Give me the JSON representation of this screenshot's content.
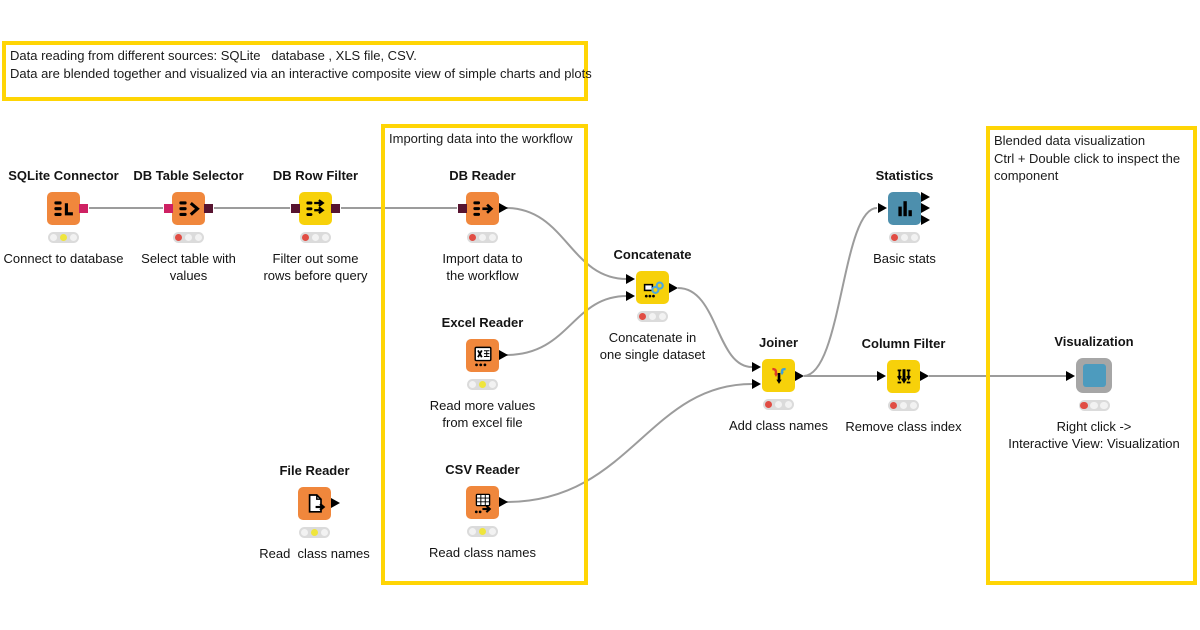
{
  "colors": {
    "annotation_border": "#FFD504",
    "node_orange": "#F0873C",
    "node_yellow": "#F7D10A",
    "node_blue": "#4D8FAD",
    "component_frame": "#A6A6A6",
    "component_fill": "#4D9BBE",
    "port_magenta": "#CE2163",
    "port_maroon": "#571430",
    "wire_gray": "#9C9C9C",
    "traffic_red": "#E14D44",
    "traffic_yellow": "#EFE53C"
  },
  "annotations": {
    "top_note": {
      "line1": "Data reading from different sources: SQLite   database , XLS file, CSV.",
      "line2": "Data are blended together and visualized via an interactive composite view of simple charts and plots"
    },
    "importing_box": {
      "label": "Importing data into the workflow"
    },
    "blended_box": {
      "label": "Blended data visualization\nCtrl + Double click to inspect the\ncomponent"
    }
  },
  "nodes": [
    {
      "id": "sqlite-connector",
      "title": "SQLite Connector",
      "caption": "Connect to database",
      "status": "yellow"
    },
    {
      "id": "db-table-selector",
      "title": "DB Table Selector",
      "caption": "Select table with\nvalues",
      "status": "red"
    },
    {
      "id": "db-row-filter",
      "title": "DB Row Filter",
      "caption": "Filter out some\nrows before query",
      "status": "red"
    },
    {
      "id": "db-reader",
      "title": "DB Reader",
      "caption": "Import data to\nthe workflow",
      "status": "red"
    },
    {
      "id": "excel-reader",
      "title": "Excel Reader",
      "caption": "Read more values\nfrom excel file",
      "status": "yellow"
    },
    {
      "id": "csv-reader",
      "title": "CSV Reader",
      "caption": "Read class names",
      "status": "yellow"
    },
    {
      "id": "file-reader",
      "title": "File Reader",
      "caption": "Read  class names",
      "status": "yellow"
    },
    {
      "id": "concatenate",
      "title": "Concatenate",
      "caption": "Concatenate in\none single dataset",
      "status": "red"
    },
    {
      "id": "joiner",
      "title": "Joiner",
      "caption": "Add class names",
      "status": "red"
    },
    {
      "id": "statistics",
      "title": "Statistics",
      "caption": "Basic stats",
      "status": "red"
    },
    {
      "id": "column-filter",
      "title": "Column Filter",
      "caption": "Remove class index",
      "status": "red"
    },
    {
      "id": "visualization",
      "title": "Visualization",
      "caption": "Right click ->\nInteractive View: Visualization",
      "status": "red"
    }
  ]
}
